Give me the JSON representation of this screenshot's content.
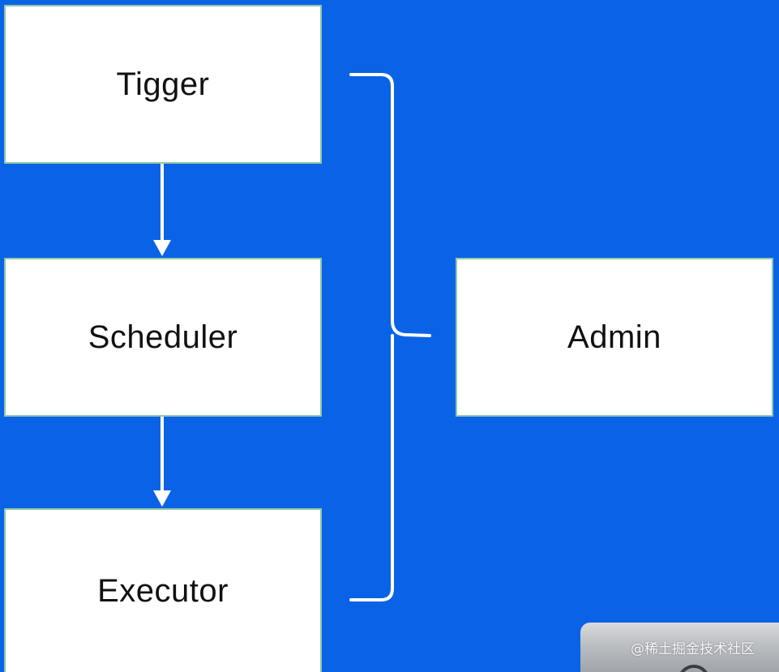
{
  "diagram": {
    "nodes": {
      "trigger": "Tigger",
      "scheduler": "Scheduler",
      "executor": "Executor",
      "admin": "Admin"
    },
    "edges": [
      {
        "from": "Tigger",
        "to": "Scheduler"
      },
      {
        "from": "Scheduler",
        "to": "Executor"
      },
      {
        "from": [
          "Tigger",
          "Scheduler",
          "Executor"
        ],
        "to": "Admin",
        "style": "brace"
      }
    ]
  },
  "watermark": {
    "text": "@稀土掘金技术社区"
  },
  "colors": {
    "background": "#0a63e6",
    "node_fill": "#ffffff",
    "node_border": "#8fc8a8",
    "connector": "#ffffff",
    "text": "#111111"
  }
}
